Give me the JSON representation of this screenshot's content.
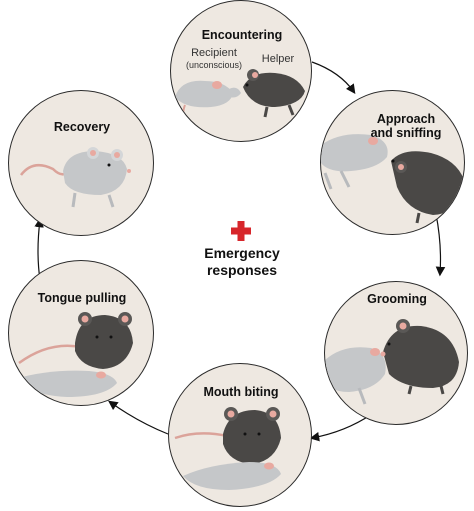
{
  "center": {
    "label_line1": "Emergency",
    "label_line2": "responses",
    "icon": "red-cross-icon",
    "accent_color": "#d7262b"
  },
  "stages": {
    "encountering": {
      "title": "Encountering",
      "recipient_label": "Recipient",
      "recipient_note": "(unconscious)",
      "helper_label": "Helper"
    },
    "approach": {
      "title_line1": "Approach",
      "title_line2": "and sniffing"
    },
    "grooming": {
      "title": "Grooming"
    },
    "mouth_biting": {
      "title": "Mouth biting"
    },
    "tongue_pulling": {
      "title": "Tongue pulling"
    },
    "recovery": {
      "title": "Recovery"
    }
  },
  "colors": {
    "panel_bg": "#eee8e1",
    "recipient_mouse": "#c5c7c9",
    "helper_mouse": "#4a4846",
    "ear_pink": "#e8a9a0",
    "tail_pink": "#dba39a"
  }
}
